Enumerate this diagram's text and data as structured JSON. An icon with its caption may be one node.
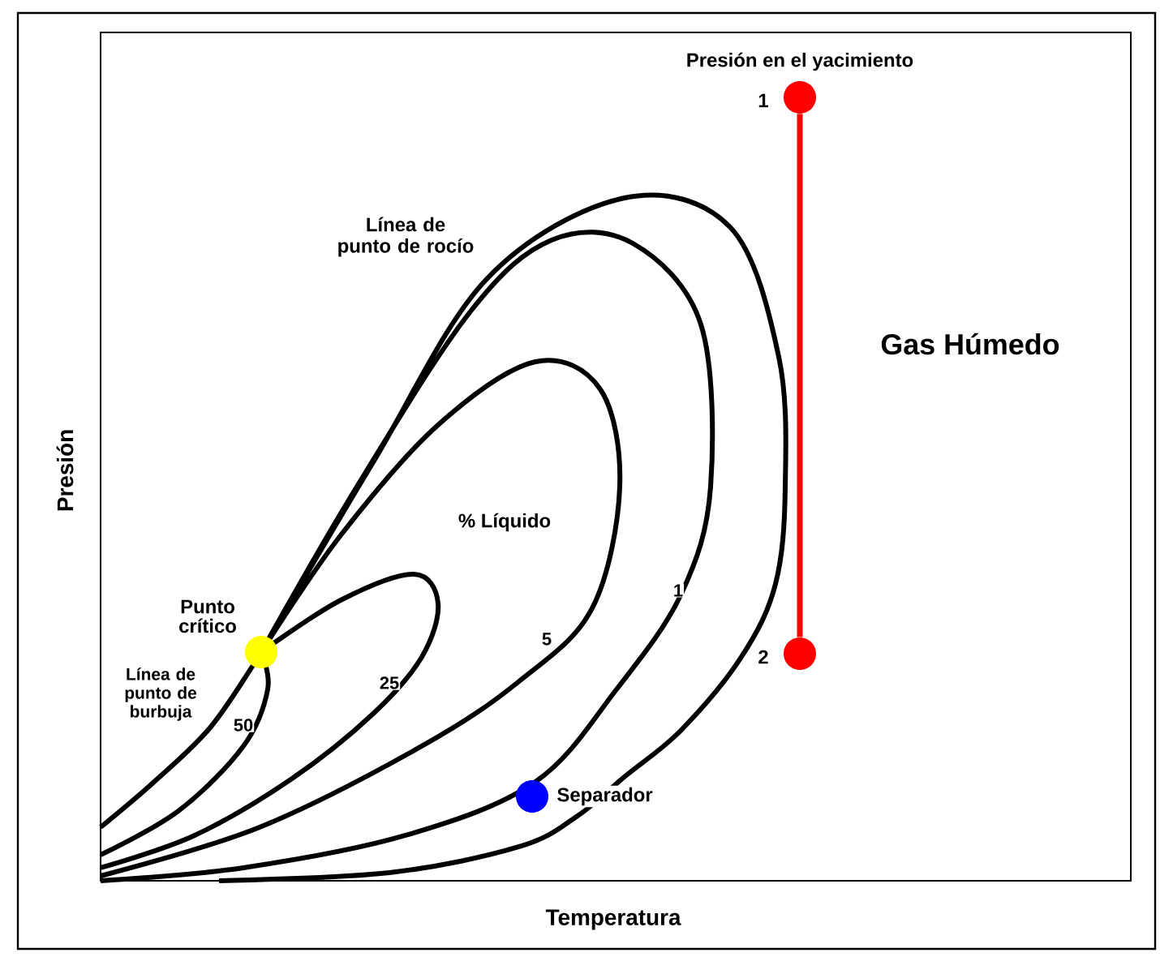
{
  "diagram": {
    "nodes": [
      {
        "text": [],
        "shape": "circle",
        "beside": [
          "1"
        ]
      },
      {
        "text": [],
        "shape": "circle",
        "beside": [
          "2"
        ]
      },
      {
        "text": [],
        "shape": "circle",
        "beside": [
          "Punto crítico"
        ]
      },
      {
        "text": [],
        "shape": "circle",
        "beside": [
          "Separador"
        ]
      }
    ],
    "edges": [
      {
        "from": 0,
        "to": 1,
        "arrow": "none",
        "color": "#ff0000"
      }
    ],
    "labels": [
      "Presión en el yacimiento",
      "Gas Húmedo",
      "Línea de punto de rocío",
      "% Líquido",
      "Línea de punto de burbuja",
      "50",
      "25",
      "5",
      "1",
      "Presión",
      "Temperatura"
    ]
  }
}
